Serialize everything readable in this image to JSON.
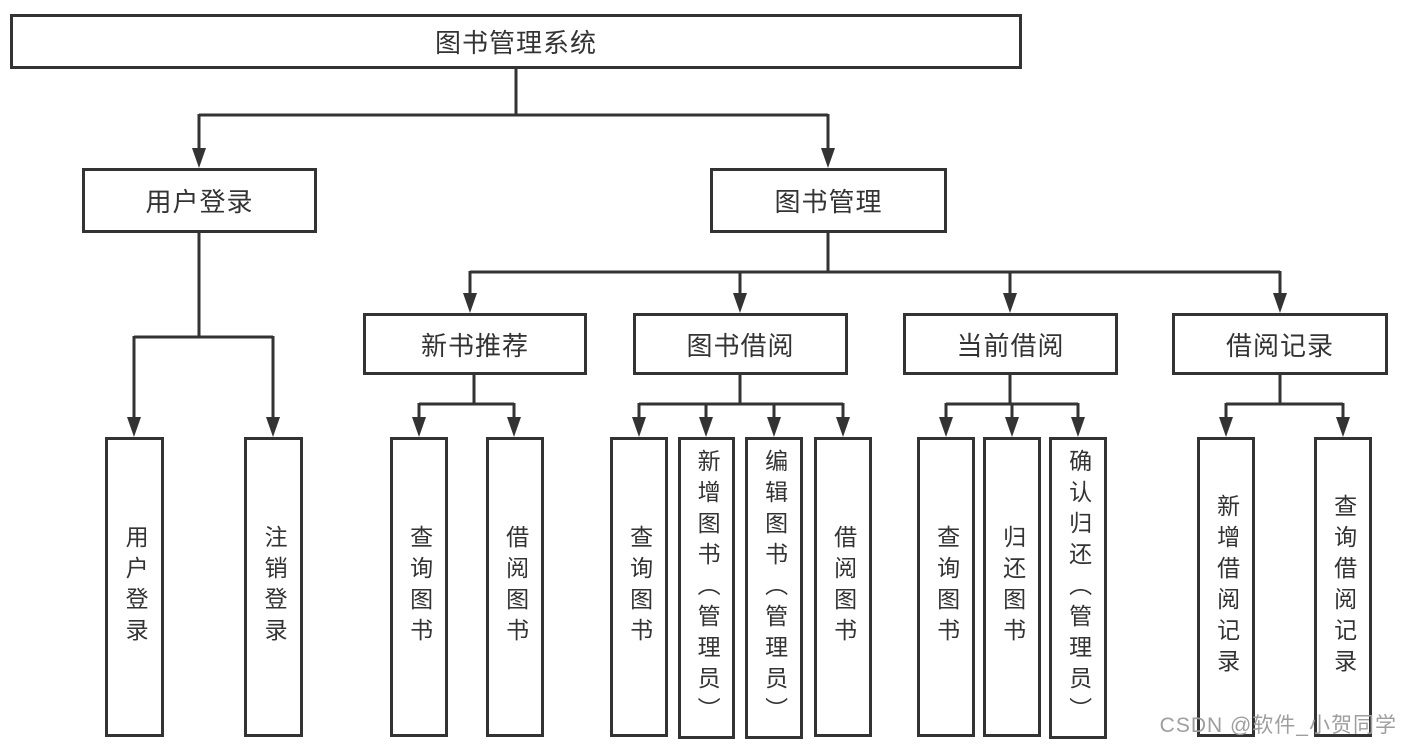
{
  "diagram": {
    "root": "图书管理系统",
    "branches": [
      {
        "label": "用户登录",
        "children": [
          "用户登录",
          "注销登录"
        ]
      },
      {
        "label": "图书管理",
        "sections": [
          {
            "label": "新书推荐",
            "children": [
              "查询图书",
              "借阅图书"
            ]
          },
          {
            "label": "图书借阅",
            "children": [
              "查询图书",
              "新增图书（管理员）",
              "编辑图书（管理员）",
              "借阅图书"
            ]
          },
          {
            "label": "当前借阅",
            "children": [
              "查询图书",
              "归还图书",
              "确认归还（管理员）"
            ]
          },
          {
            "label": "借阅记录",
            "children": [
              "新增借阅记录",
              "查询借阅记录"
            ]
          }
        ]
      }
    ]
  },
  "colors": {
    "line": "#333333",
    "text": "#333333",
    "background": "#ffffff",
    "watermark_text": "#9e9e9e"
  },
  "watermark": "CSDN @软件_小贺同学"
}
